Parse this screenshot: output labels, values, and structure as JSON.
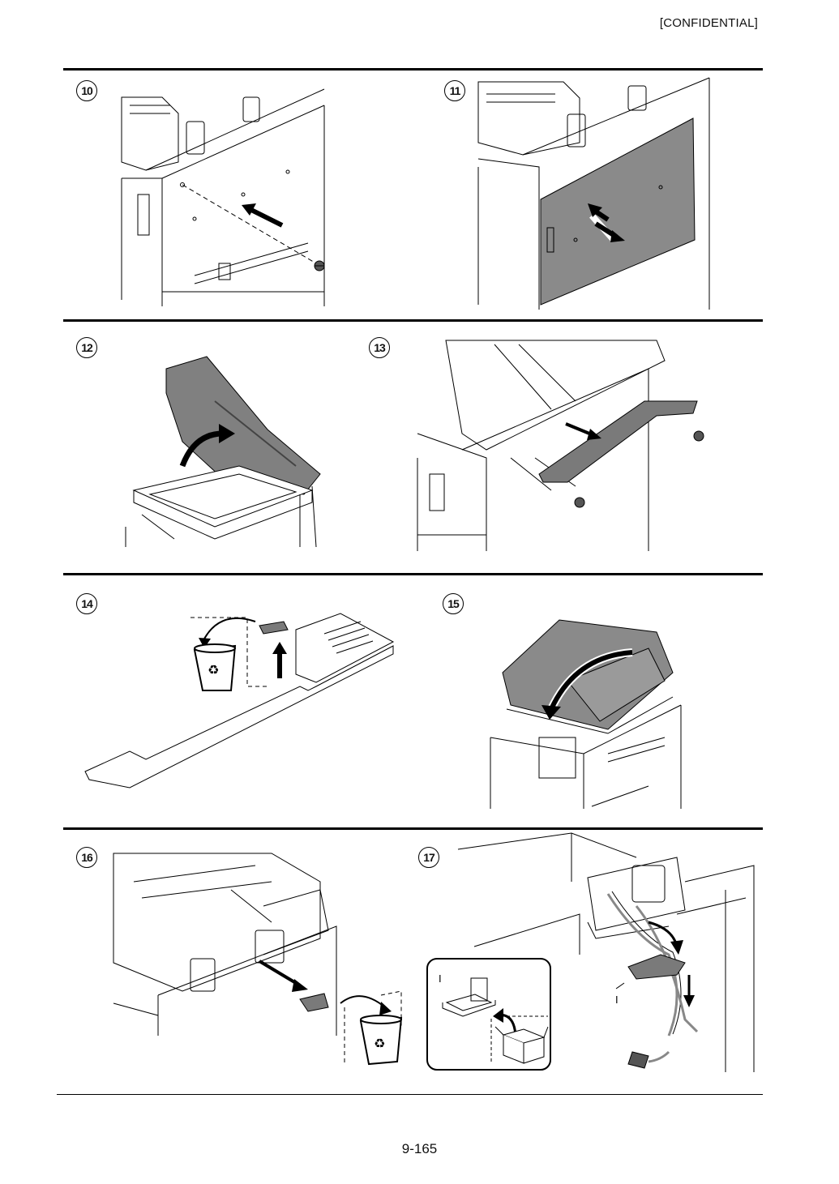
{
  "header": {
    "confidential": "[CONFIDENTIAL]"
  },
  "steps": [
    {
      "number": "10"
    },
    {
      "number": "11"
    },
    {
      "number": "12"
    },
    {
      "number": "13"
    },
    {
      "number": "14"
    },
    {
      "number": "15"
    },
    {
      "number": "16"
    },
    {
      "number": "17"
    }
  ],
  "inset": {
    "part_label": "I"
  },
  "callout": {
    "part_label": "I"
  },
  "icons": [
    "screw-icon",
    "arrow-icon",
    "recycle-bin-icon",
    "parts-box-icon"
  ],
  "colors": {
    "panel_fill": "#8a8a8a",
    "part_fill": "#7a7a7a",
    "line": "#000000"
  },
  "footer": {
    "page_number": "9-165"
  }
}
